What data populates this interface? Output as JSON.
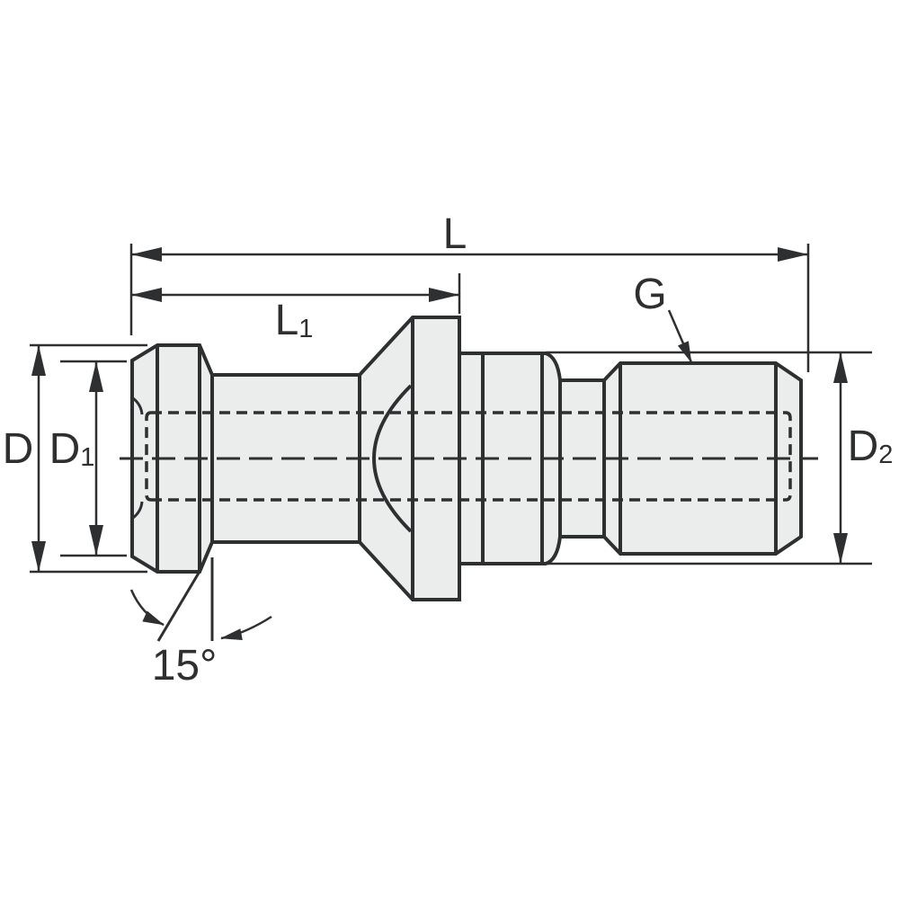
{
  "figure": {
    "type": "technical-drawing-pull-stud",
    "labels": {
      "length_total": "L",
      "length_l1": {
        "main": "L",
        "sub": "1"
      },
      "thread": "G",
      "dia_d": "D",
      "dia_d1": {
        "main": "D",
        "sub": "1"
      },
      "dia_d2": {
        "main": "D",
        "sub": "2"
      },
      "chamfer_angle": "15°"
    },
    "colors": {
      "line": "#2d2f31",
      "part_fill": "#ebecec",
      "background": "#ffffff"
    }
  }
}
